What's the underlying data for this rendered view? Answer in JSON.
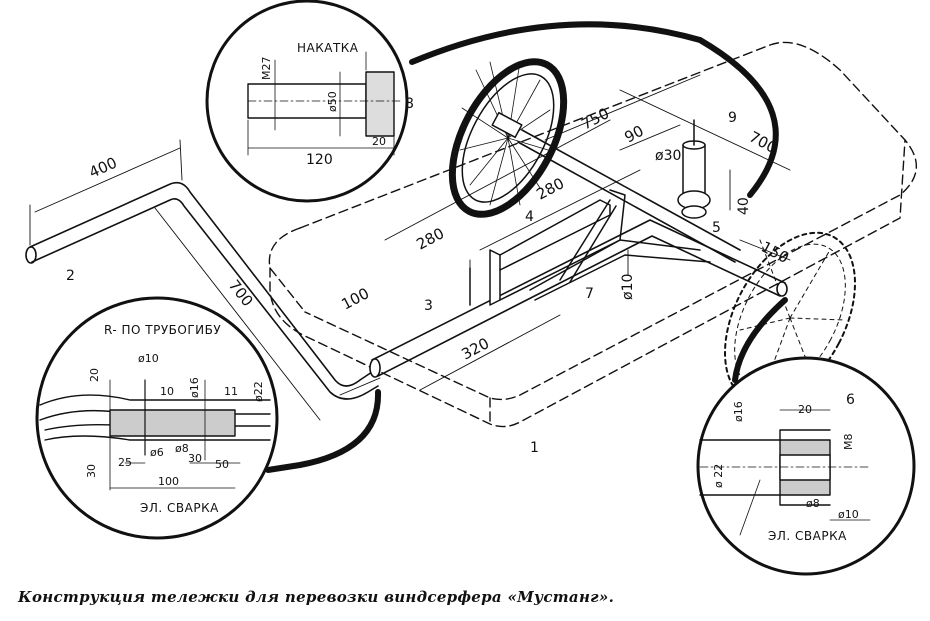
{
  "caption": "Конструкция тележки для перевозки виндсерфера «Мустанг».",
  "dimensions": {
    "handle_len": "400",
    "handle_drop": "700",
    "d_280_a": "280",
    "d_280_b": "280",
    "d_750": "750",
    "d_700": "700",
    "d_90": "90",
    "d_30": "ø30",
    "d_40": "40",
    "d_150": "150",
    "d_100": "100",
    "d_320": "320",
    "d_10": "ø10"
  },
  "parts": [
    "1",
    "2",
    "3",
    "4",
    "5",
    "7",
    "9"
  ],
  "detail_axle": {
    "knurl_label": "НАКАТКА",
    "thread": "M27",
    "diam": "ø50",
    "length": "120",
    "knurl_len": "20",
    "part": "8"
  },
  "detail_joint": {
    "title": "R- ПО ТРУБОГИБУ",
    "d20": "20",
    "d10": "ø10",
    "part10": "10",
    "d16": "ø16",
    "part11": "11",
    "d22": "ø22",
    "d30": "30",
    "d25": "25",
    "d6": "ø6",
    "d8": "ø8",
    "d50": "50",
    "d30b": "30",
    "d100": "100",
    "weld": "ЭЛ. СВАРКА"
  },
  "detail_end": {
    "d16": "ø16",
    "d20": "20",
    "part6": "6",
    "m8": "M8",
    "d22": "ø 22",
    "d8": "ø8",
    "d10": "ø10",
    "weld": "ЭЛ. СВАРКА"
  }
}
